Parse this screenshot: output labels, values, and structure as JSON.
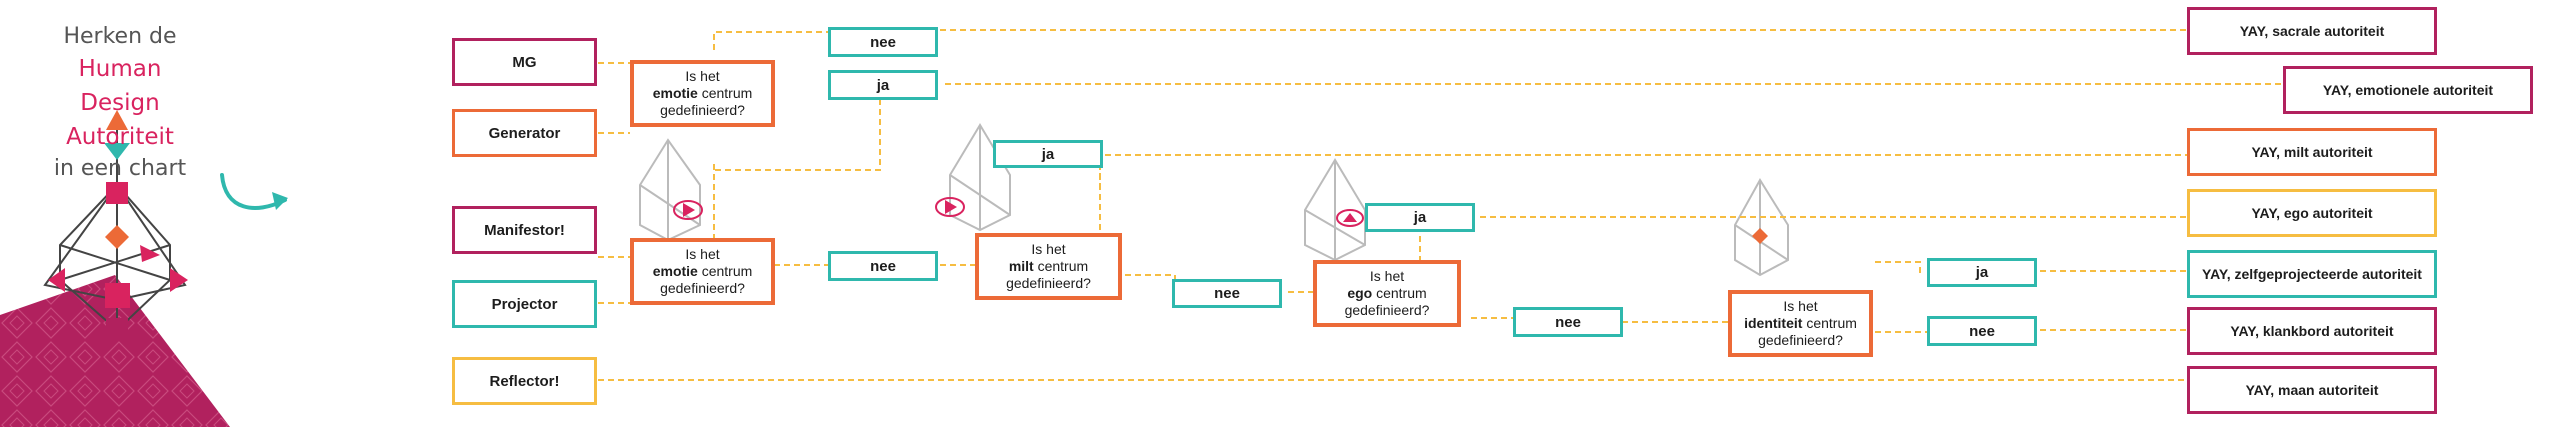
{
  "title": {
    "line1": "Herken de",
    "line2": "Human Design Autoriteit",
    "line3": "in een chart"
  },
  "colors": {
    "magenta": "#b1215e",
    "orange": "#ec6a37",
    "teal": "#2fb8ad",
    "yellow": "#f6bd41",
    "connector": "#f6bd41"
  },
  "types": [
    {
      "label": "MG",
      "color": "#b1215e"
    },
    {
      "label": "Generator",
      "color": "#ec6a37"
    },
    {
      "label": "Manifestor!",
      "color": "#b1215e"
    },
    {
      "label": "Projector",
      "color": "#2fb8ad"
    },
    {
      "label": "Reflector!",
      "color": "#f6bd41"
    }
  ],
  "questions": {
    "q_emotie_top": {
      "pre": "Is het",
      "bold": "emotie",
      "post": "centrum",
      "end": "gedefinieerd?"
    },
    "q_emotie_bottom": {
      "pre": "Is het",
      "bold": "emotie",
      "post": "centrum",
      "end": "gedefinieerd?"
    },
    "q_milt": {
      "pre": "Is het",
      "bold": "milt",
      "post": "centrum",
      "end": "gedefinieerd?"
    },
    "q_ego": {
      "pre": "Is het",
      "bold": "ego",
      "post": "centrum",
      "end": "gedefinieerd?"
    },
    "q_identiteit": {
      "pre": "Is het",
      "bold": "identiteit",
      "post": "centrum",
      "end": "gedefinieerd?"
    }
  },
  "answers": {
    "a1": "nee",
    "a2": "ja",
    "a3": "nee",
    "a4": "ja",
    "a5": "nee",
    "a6": "ja",
    "a7": "nee",
    "a8": "ja",
    "a9": "nee"
  },
  "results": [
    {
      "label": "YAY, sacrale autoriteit",
      "color": "#b1215e"
    },
    {
      "label": "YAY, emotionele autoriteit",
      "color": "#b1215e"
    },
    {
      "label": "YAY, milt autoriteit",
      "color": "#ec6a37"
    },
    {
      "label": "YAY, ego autoriteit",
      "color": "#f6bd41"
    },
    {
      "label": "YAY, zelfgeprojecteerde autoriteit",
      "color": "#2fb8ad"
    },
    {
      "label": "YAY, klankbord autoriteit",
      "color": "#b1215e"
    },
    {
      "label": "YAY, maan autoriteit",
      "color": "#b1215e"
    }
  ]
}
